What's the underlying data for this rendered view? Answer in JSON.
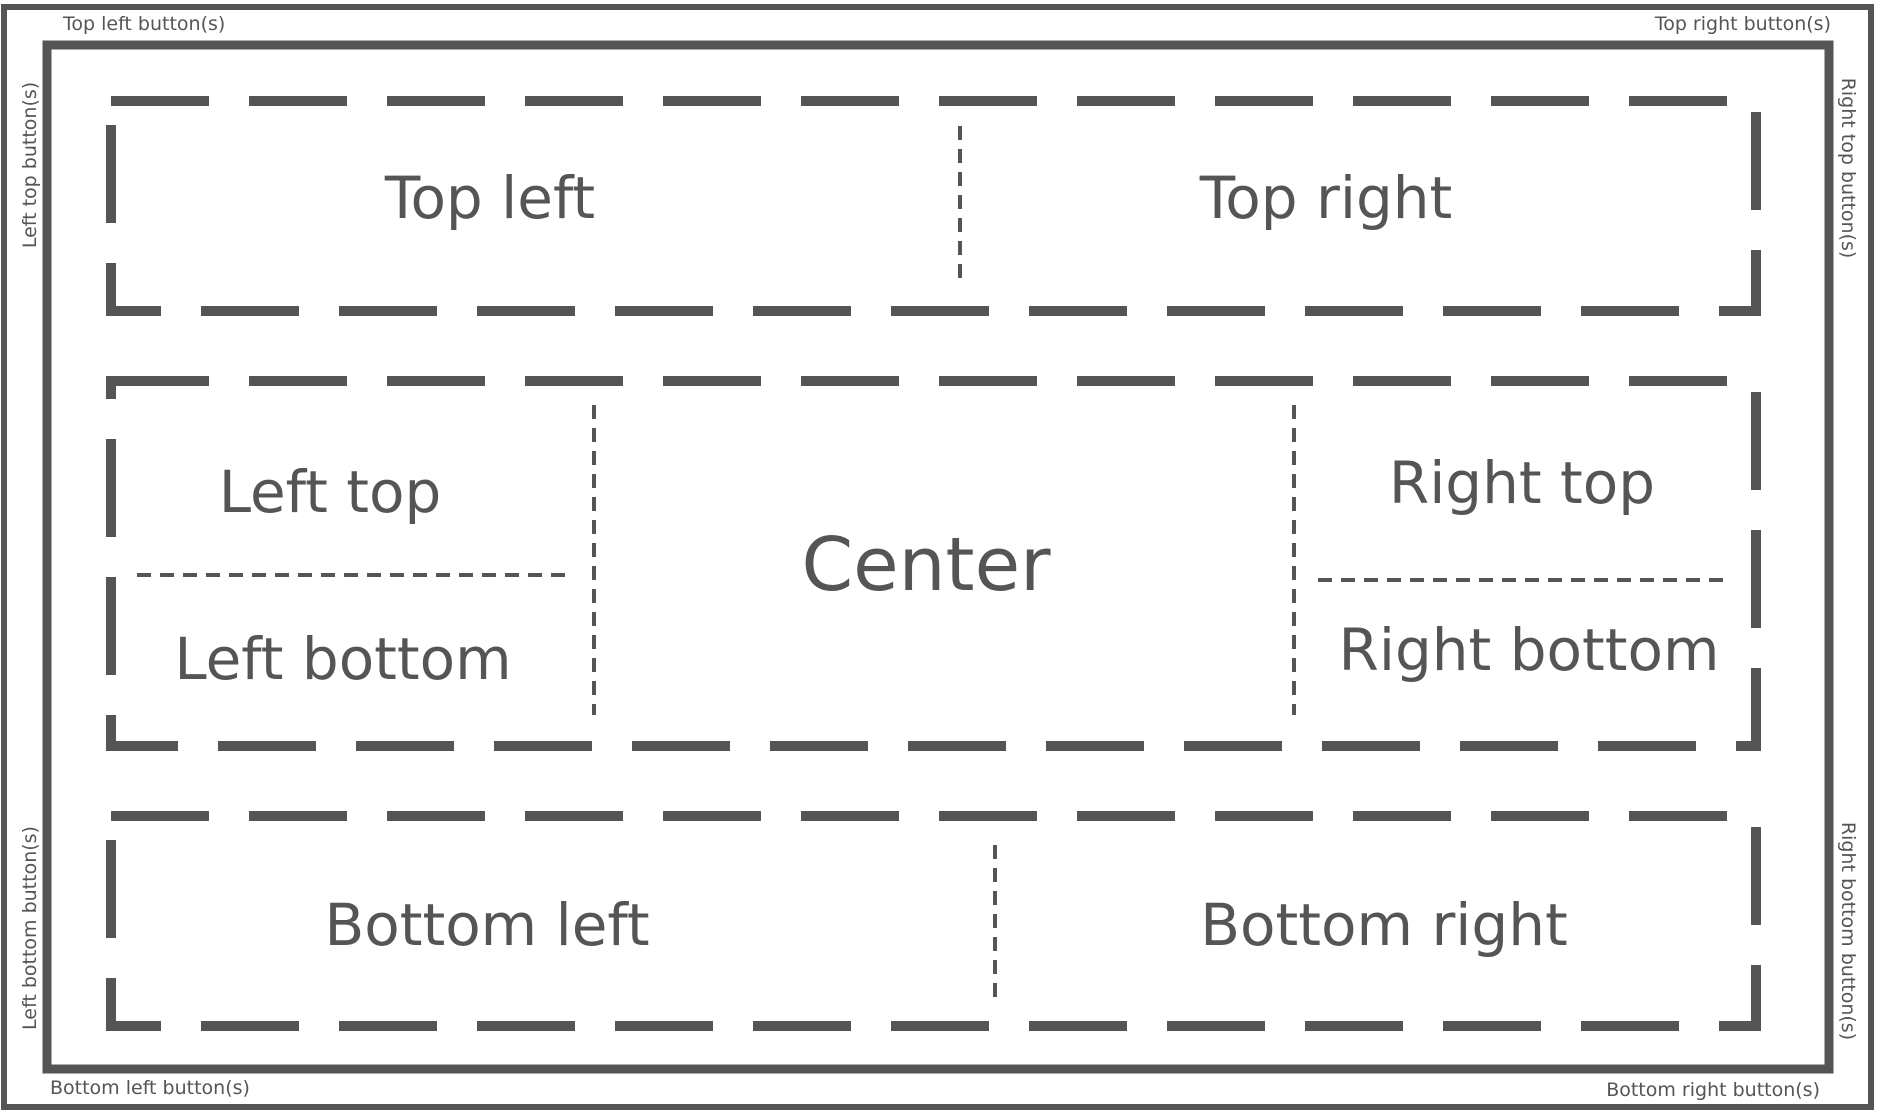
{
  "colors": {
    "stroke": "#555555",
    "text": "#555555",
    "background": "#ffffff"
  },
  "outer_buttons": {
    "top_left": "Top left button(s)",
    "top_right": "Top right button(s)",
    "left_top": "Left top button(s)",
    "left_bottom": "Left bottom button(s)",
    "right_top": "Right top button(s)",
    "right_bottom": "Right bottom button(s)",
    "bottom_left": "Bottom left button(s)",
    "bottom_right": "Bottom right button(s)"
  },
  "top_section": {
    "left": "Top left",
    "right": "Top right"
  },
  "middle_section": {
    "left_top": "Left top",
    "left_bottom": "Left bottom",
    "center": "Center",
    "right_top": "Right top",
    "right_bottom": "Right bottom"
  },
  "bottom_section": {
    "left": "Bottom left",
    "right": "Bottom right"
  }
}
